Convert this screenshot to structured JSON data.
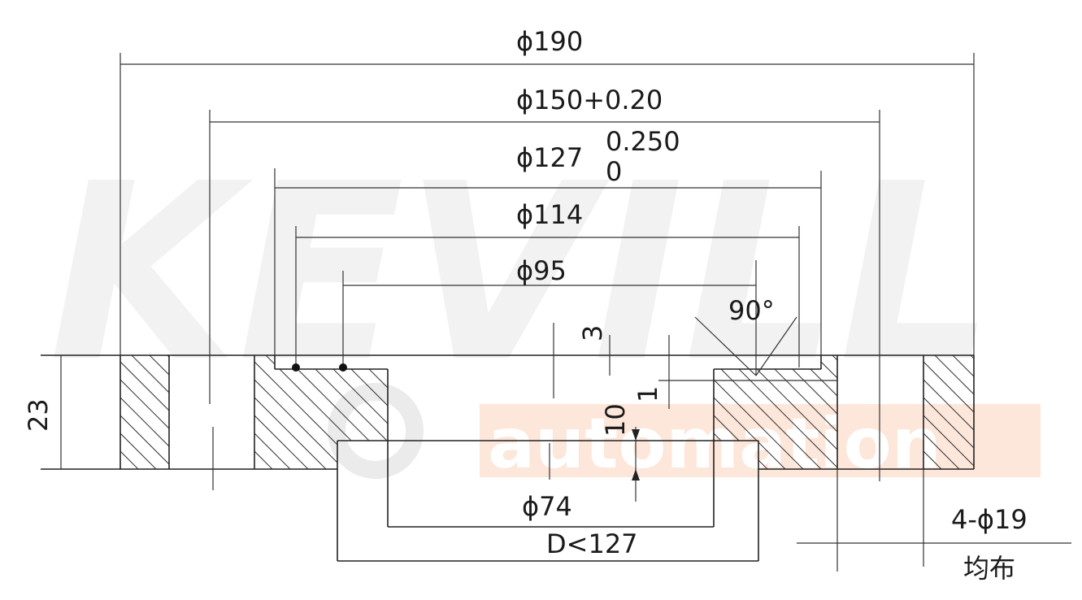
{
  "watermark": {
    "brand": "KEVILL",
    "sub": "automation",
    "brand_color": "#f2f2f2",
    "accent_color": "#fde6da"
  },
  "dimensions": {
    "d190": "ϕ190",
    "d150": "ϕ150+0.20",
    "d127": "ϕ127",
    "d127_tol_upper": "0.250",
    "d127_tol_lower": "0",
    "d114": "ϕ114",
    "d95": "ϕ95",
    "angle": "90°",
    "depth3": "3",
    "depth1": "1",
    "depth10": "10",
    "thickness23": "23",
    "d74": "ϕ74",
    "d_less": "D<127",
    "holes": "4-ϕ19",
    "holes_note": "均布"
  },
  "colors": {
    "line": "#222222",
    "hatch": "#333333",
    "text": "#1a1a1a"
  }
}
